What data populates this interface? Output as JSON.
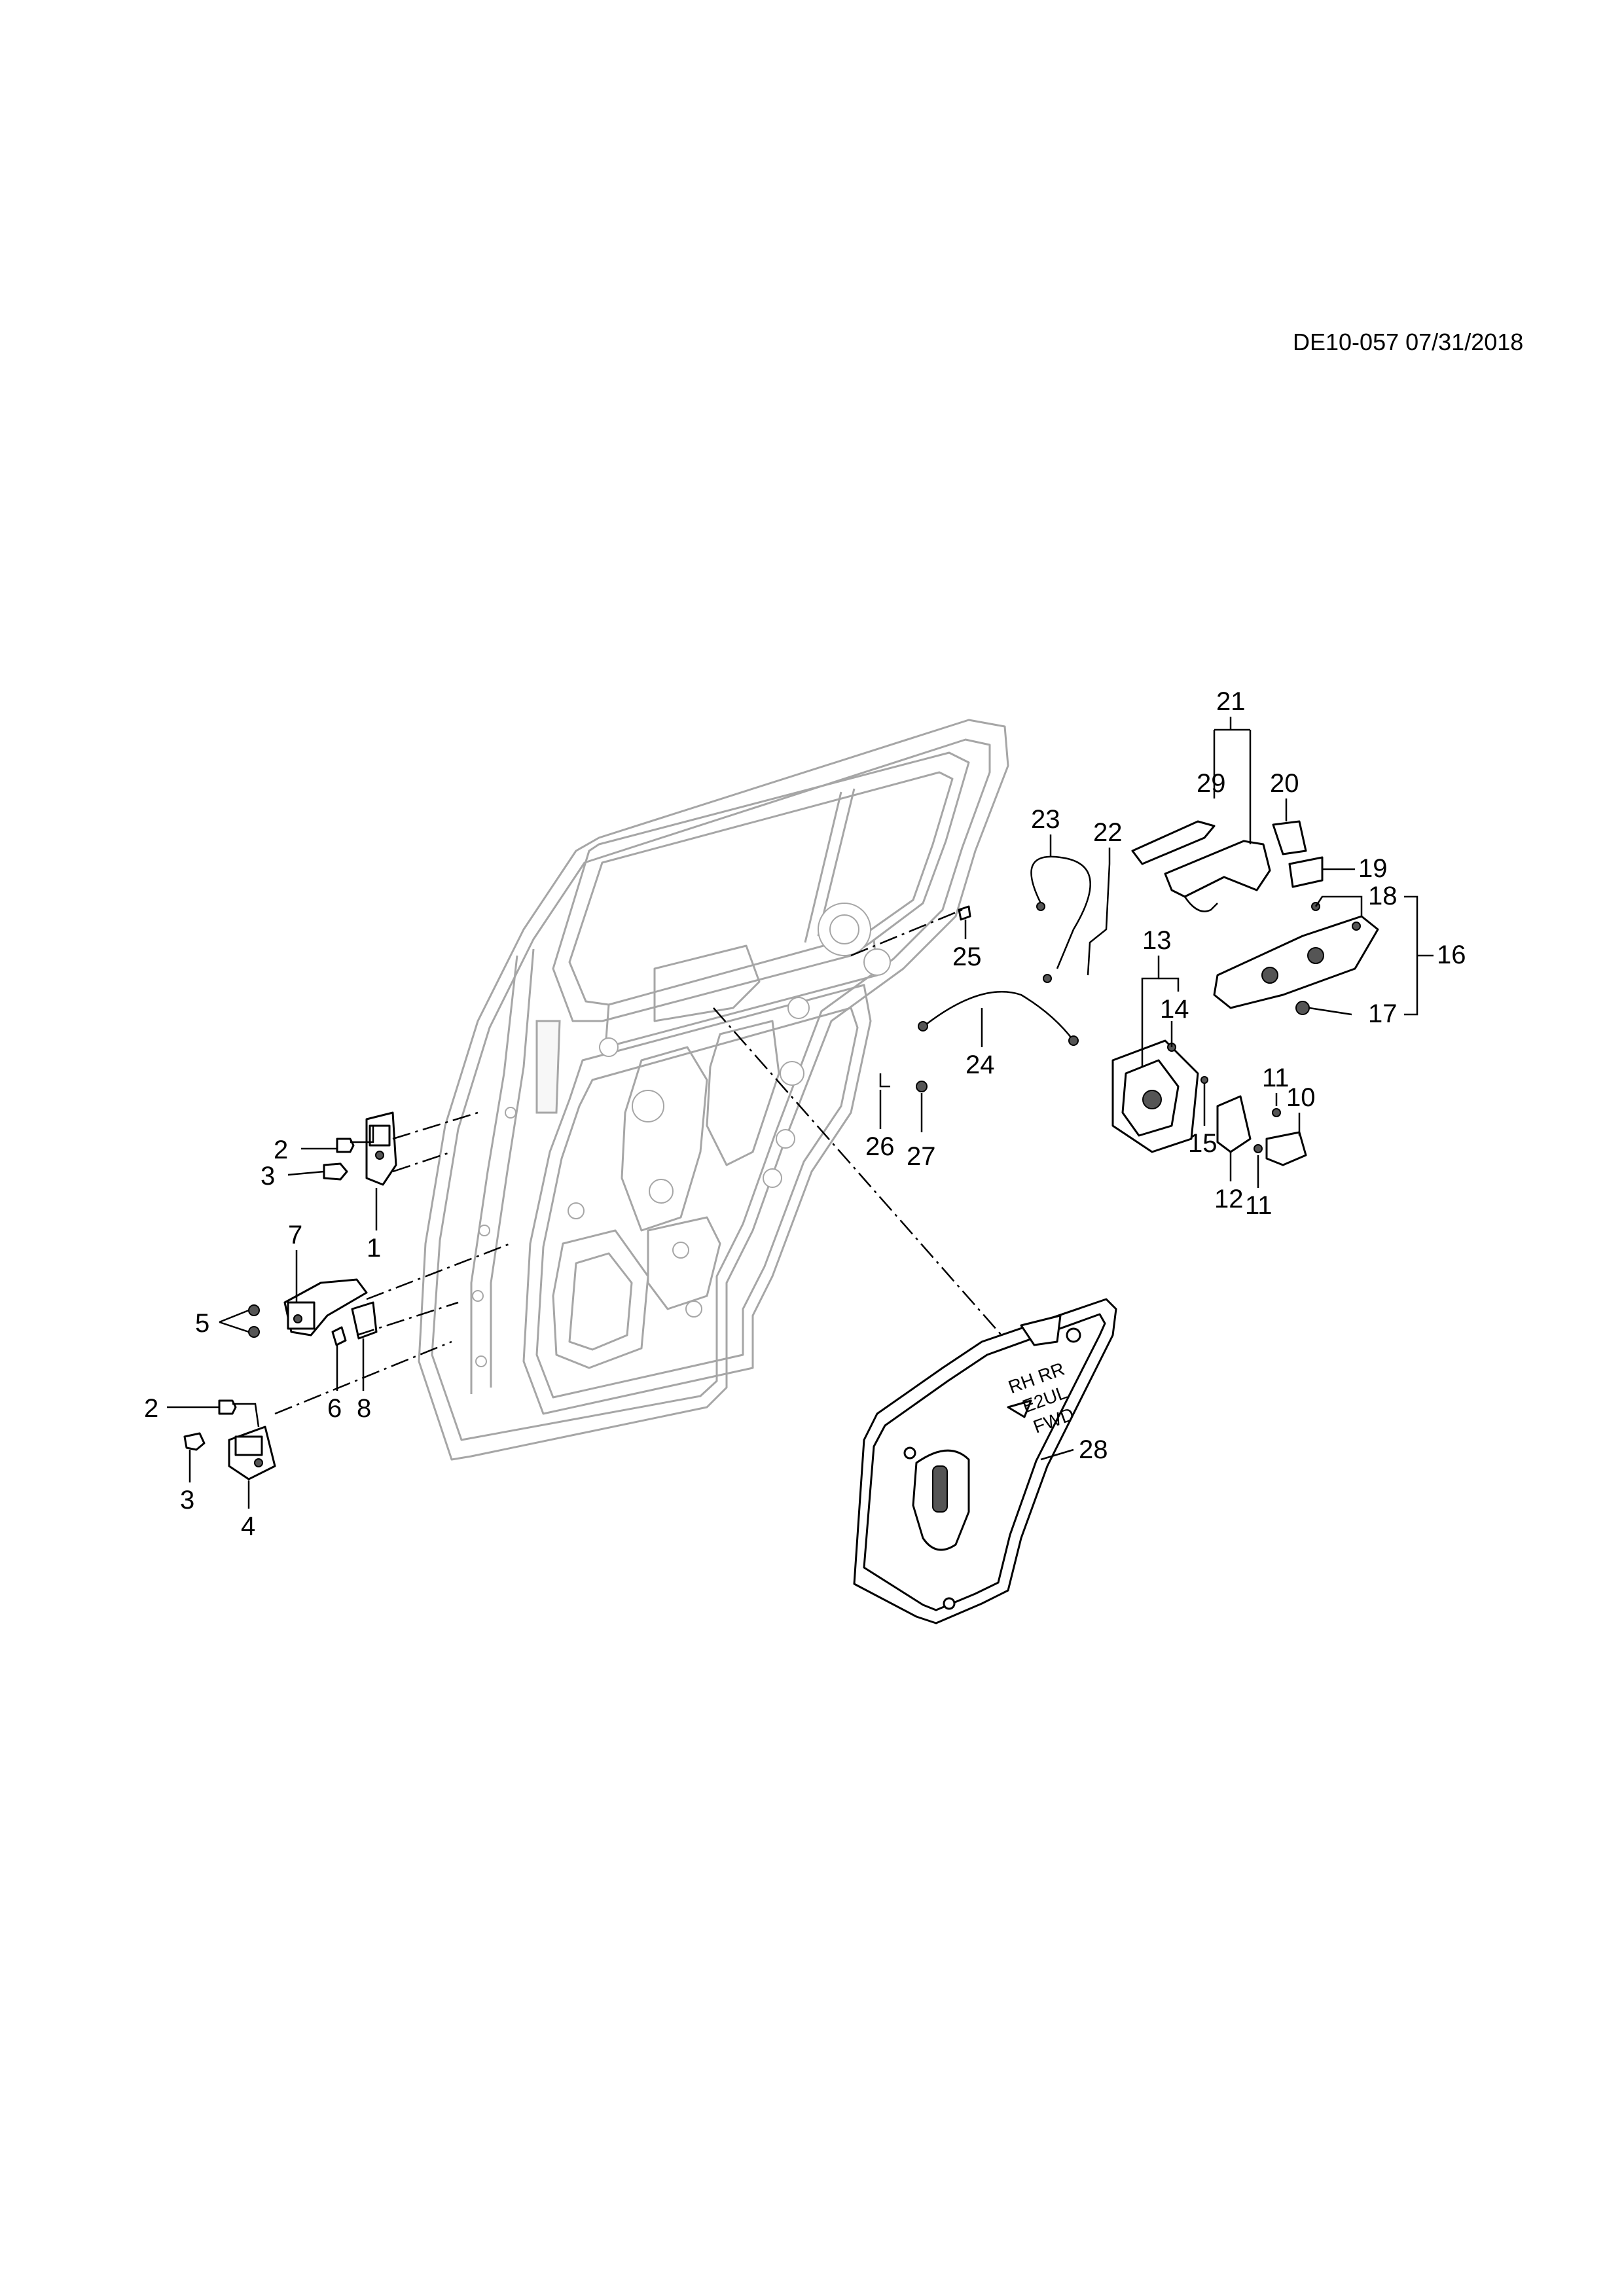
{
  "reference": "DE10-057 07/31/2018",
  "panel_labels": [
    "RH RR",
    "E2UL",
    "FWD"
  ],
  "callouts": {
    "c1": "1",
    "c2a": "2",
    "c2b": "2",
    "c3a": "3",
    "c3b": "3",
    "c4": "4",
    "c5": "5",
    "c6": "6",
    "c7": "7",
    "c8": "8",
    "c10": "10",
    "c11a": "11",
    "c11b": "11",
    "c12": "12",
    "c13": "13",
    "c14": "14",
    "c15": "15",
    "c16": "16",
    "c17": "17",
    "c18": "18",
    "c19": "19",
    "c20": "20",
    "c21": "21",
    "c22": "22",
    "c23": "23",
    "c24": "24",
    "c25": "25",
    "c26": "26",
    "c27": "27",
    "c28": "28",
    "c29": "29"
  },
  "colors": {
    "door_outline": "#a6a6a6",
    "part_outline": "#000000"
  }
}
